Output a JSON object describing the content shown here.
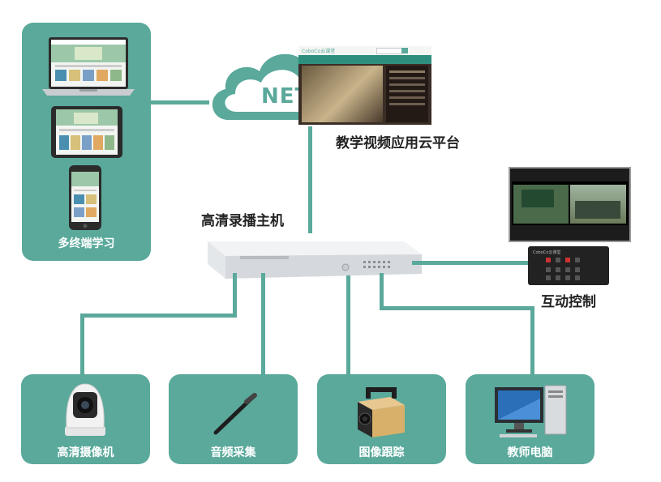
{
  "cloud": {
    "label": "NET"
  },
  "platform": {
    "label": "教学视频应用云平台",
    "brand": "CoboCo云课堂"
  },
  "recorder": {
    "label": "高清录播主机"
  },
  "interactive": {
    "label": "互动控制",
    "panel_brand": "CoboCo云课堂"
  },
  "multi_terminal": {
    "label": "多终端学习"
  },
  "devices": [
    {
      "label": "高清摄像机",
      "icon": "camera-icon"
    },
    {
      "label": "音频采集",
      "icon": "microphone-icon"
    },
    {
      "label": "图像跟踪",
      "icon": "tracking-camera-icon"
    },
    {
      "label": "教师电脑",
      "icon": "desktop-computer-icon"
    }
  ],
  "colors": {
    "accent": "#5aa99b",
    "text_dark": "#222222"
  }
}
